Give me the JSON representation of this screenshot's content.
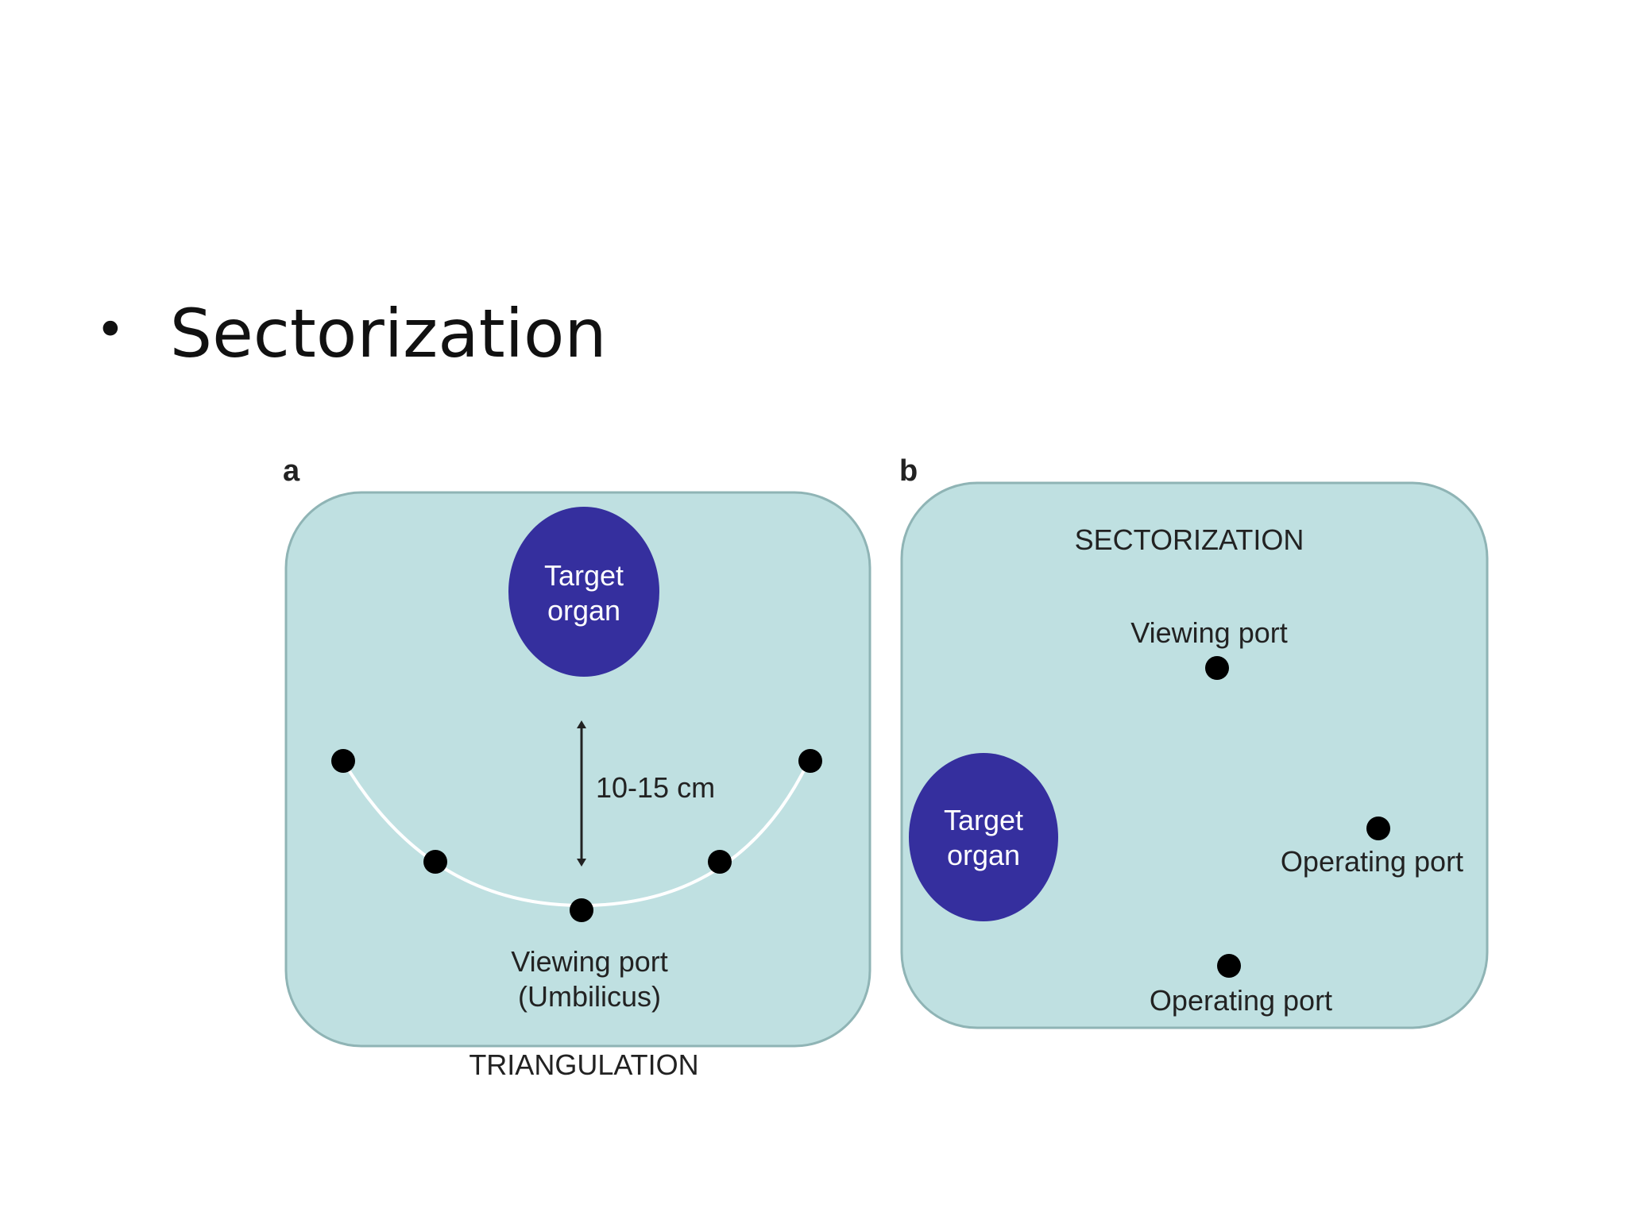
{
  "slide": {
    "bullet": "•",
    "heading": "Sectorization"
  },
  "figure": {
    "colors": {
      "panel_fill": "#bfe0e1",
      "panel_stroke": "#8fb4b5",
      "organ": "#352f9e",
      "port": "#000000",
      "arc": "#ffffff"
    },
    "panel_a": {
      "letter": "a",
      "organ_line1": "Target",
      "organ_line2": "organ",
      "distance_label": "10-15 cm",
      "viewing_line1": "Viewing port",
      "viewing_line2": "(Umbilicus)",
      "caption": "TRIANGULATION"
    },
    "panel_b": {
      "letter": "b",
      "title": "SECTORIZATION",
      "viewing_label": "Viewing port",
      "organ_line1": "Target",
      "organ_line2": "organ",
      "operating_label_1": "Operating port",
      "operating_label_2": "Operating port"
    }
  }
}
